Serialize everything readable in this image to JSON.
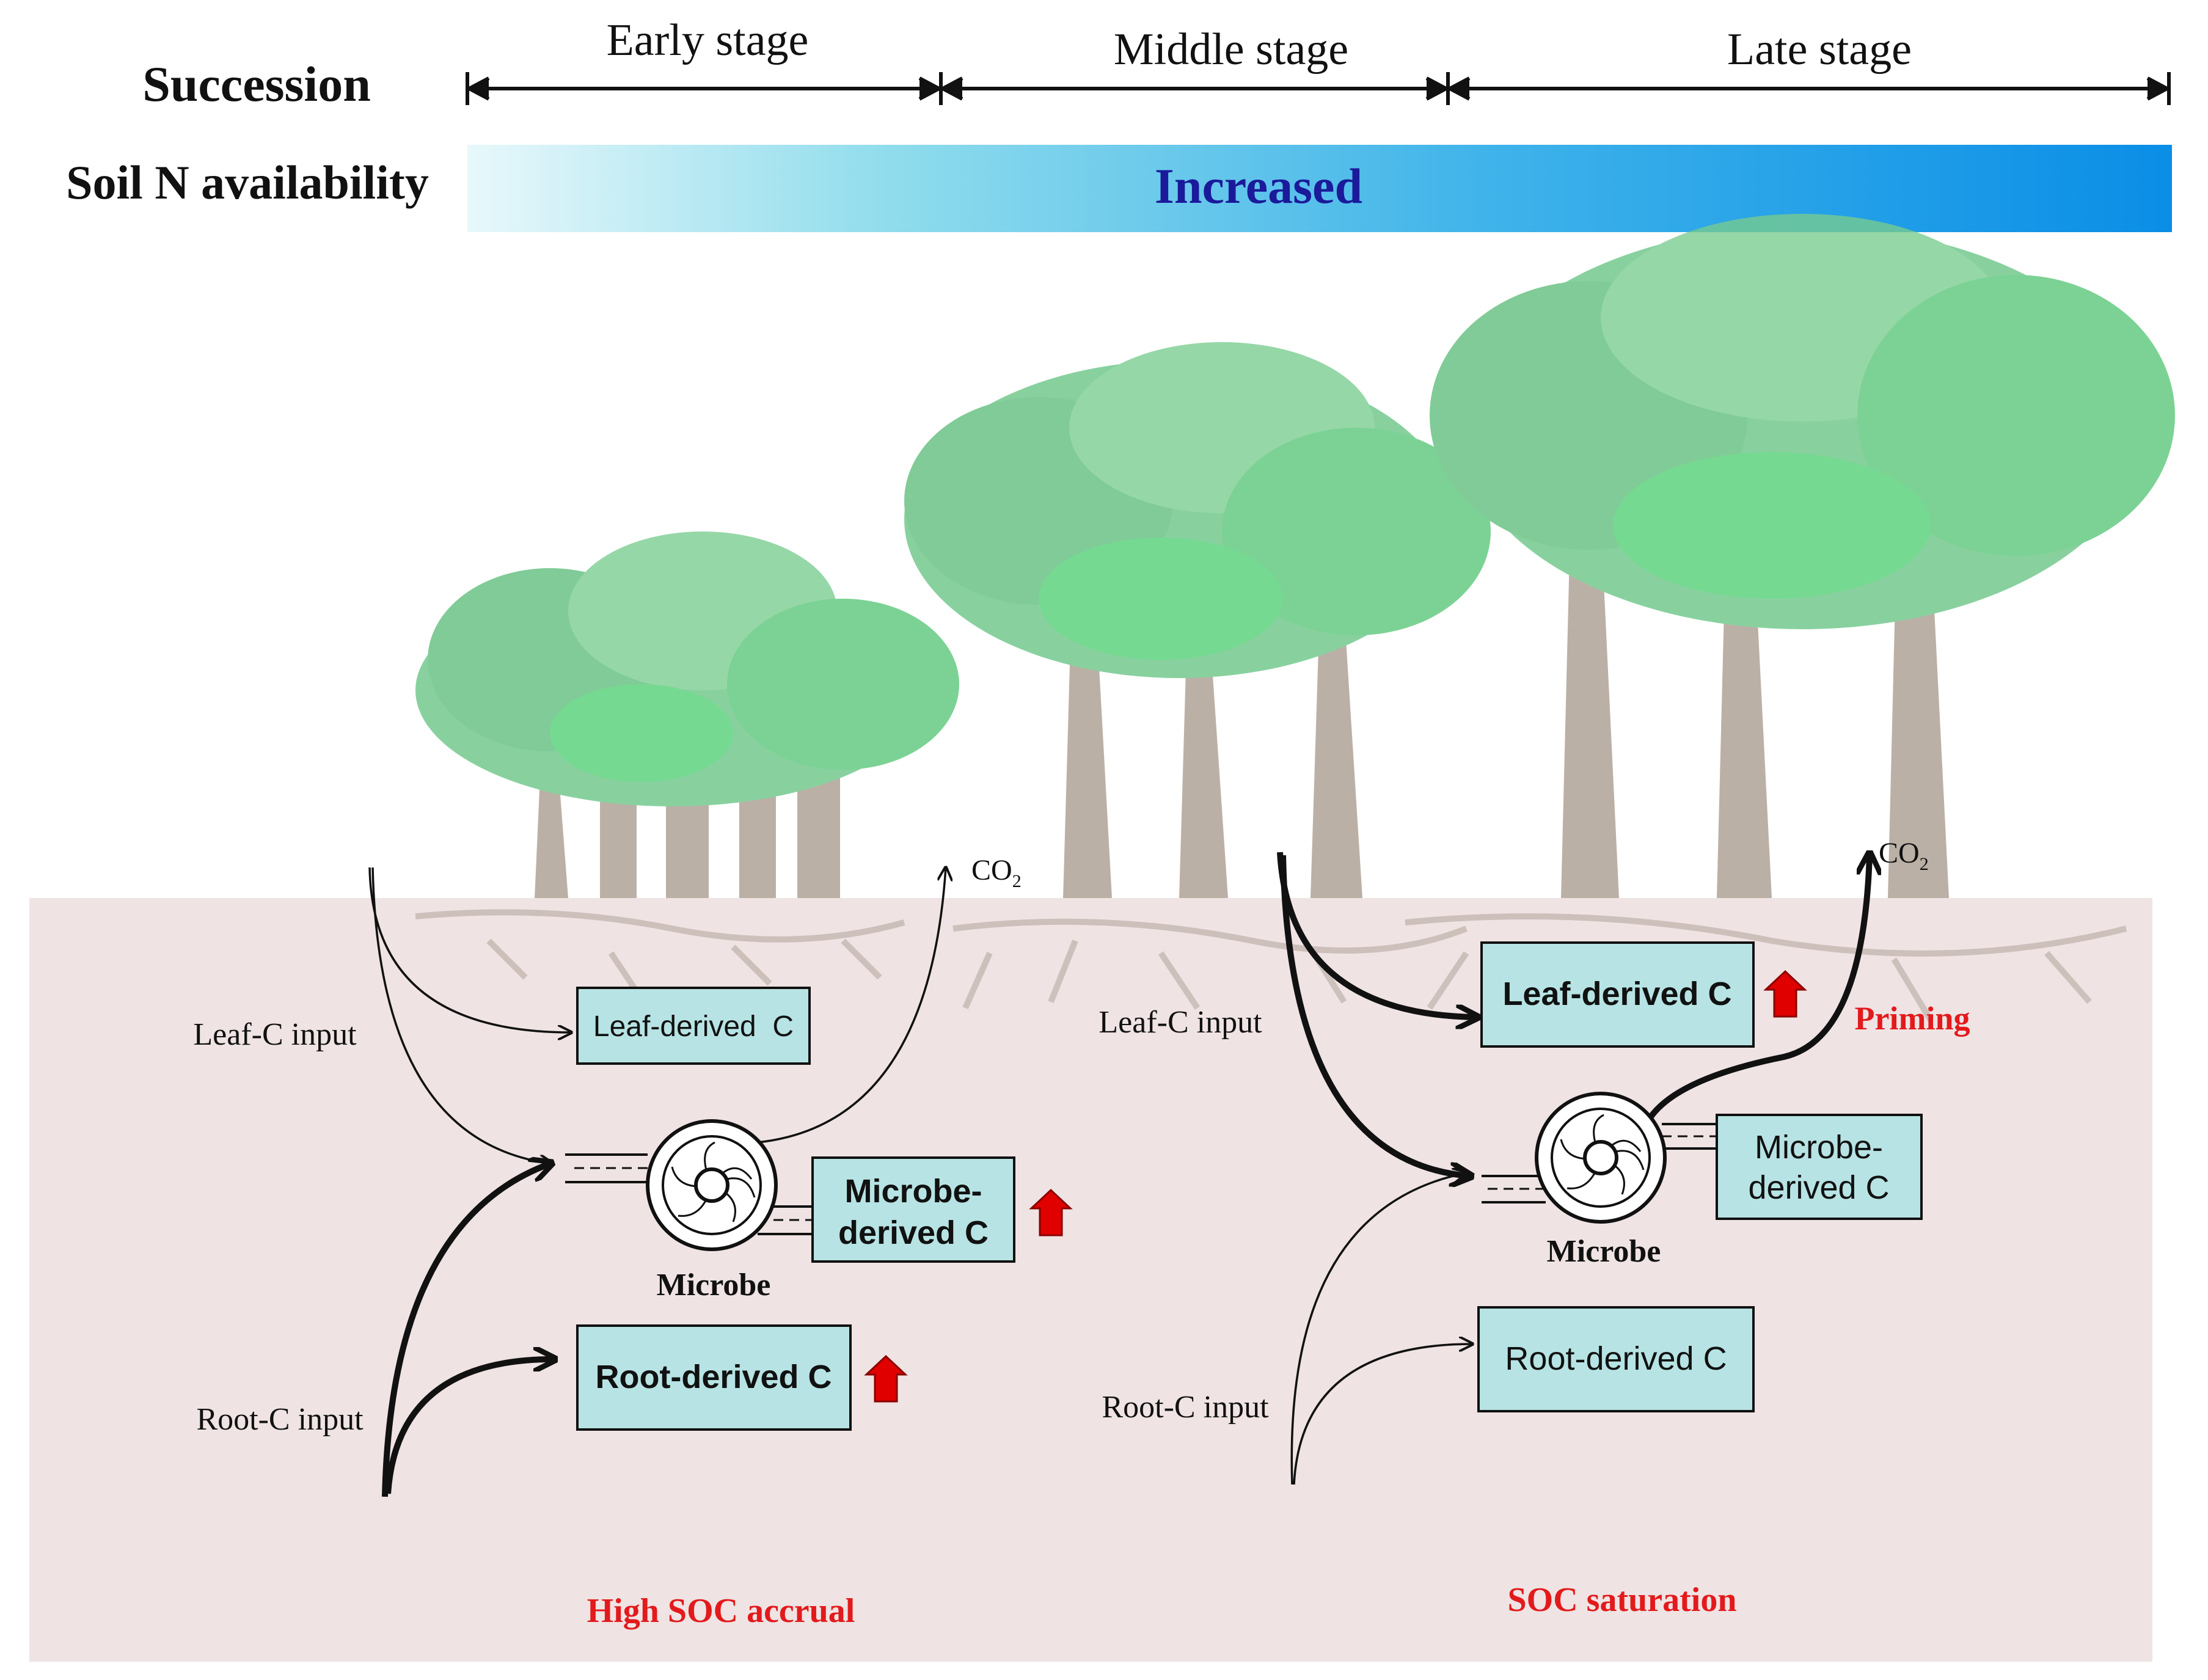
{
  "header": {
    "succession_label": "Succession",
    "soil_n_label": "Soil N availability",
    "stages": [
      "Early stage",
      "Middle stage",
      "Late stage"
    ],
    "gradient_label": "Increased"
  },
  "left_panel": {
    "co2": "CO",
    "co2_sub": "2",
    "leaf_input": "Leaf-C input",
    "root_input": "Root-C input",
    "leaf_box": "Leaf-derived  C",
    "microbe_box": [
      "Microbe-",
      "derived C"
    ],
    "root_box": "Root-derived C",
    "microbe_label": "Microbe",
    "outcome": "High SOC accrual"
  },
  "right_panel": {
    "co2": "CO",
    "co2_sub": "2",
    "leaf_input": "Leaf-C input",
    "root_input": "Root-C input",
    "leaf_box": "Leaf-derived C",
    "microbe_box": [
      "Microbe-",
      "derived C"
    ],
    "root_box": "Root-derived C",
    "microbe_label": "Microbe",
    "priming": "Priming",
    "outcome": "SOC saturation"
  },
  "colors": {
    "soil": "#efe3e3",
    "box_fill": "#b7e3e4",
    "gradient_start": "#e8f8fb",
    "gradient_end": "#0a8ee6",
    "gradient_text": "#1a1a9a",
    "accent_red": "#e31a1c",
    "arrow_red": "#e00000",
    "trunk": "#a89a8c",
    "leaf": "#5fc47a"
  }
}
